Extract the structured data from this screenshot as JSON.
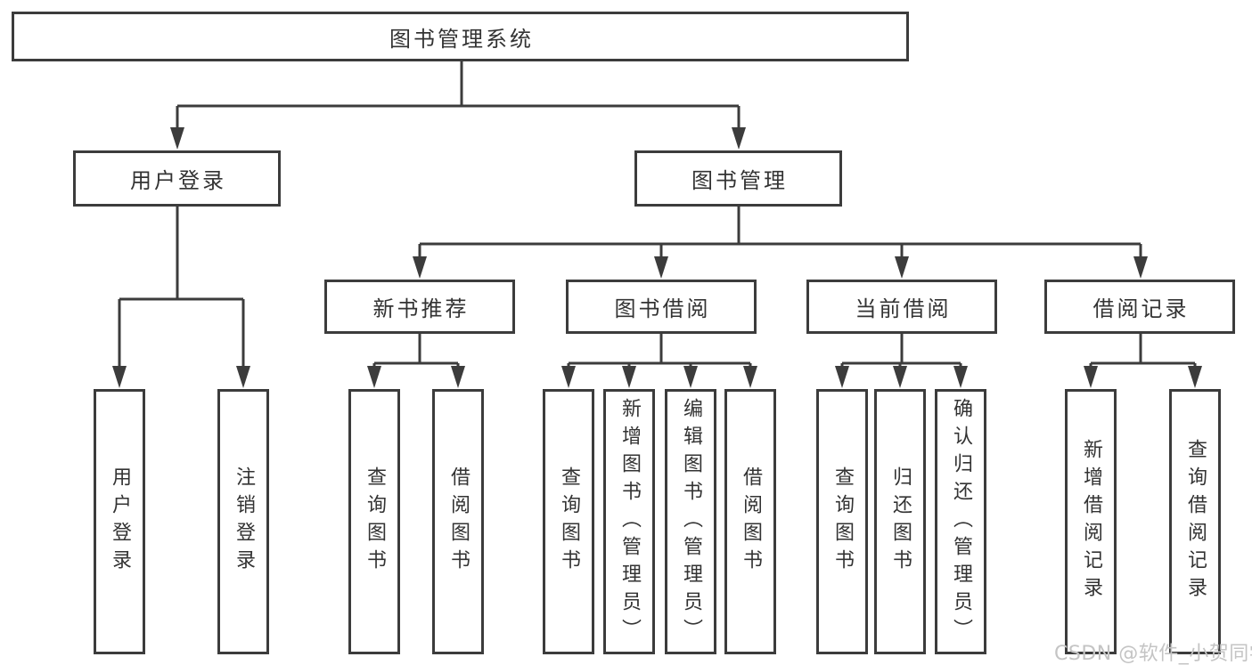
{
  "diagram": {
    "root": {
      "label": "图书管理系统"
    },
    "branches": [
      {
        "label": "用户登录",
        "children": [
          {
            "label": "用户登录"
          },
          {
            "label": "注销登录"
          }
        ]
      },
      {
        "label": "图书管理",
        "children": [
          {
            "label": "新书推荐",
            "children": [
              {
                "label": "查询图书"
              },
              {
                "label": "借阅图书"
              }
            ]
          },
          {
            "label": "图书借阅",
            "children": [
              {
                "label": "查询图书"
              },
              {
                "label": "新增图书（管理员）"
              },
              {
                "label": "编辑图书（管理员）"
              },
              {
                "label": "借阅图书"
              }
            ]
          },
          {
            "label": "当前借阅",
            "children": [
              {
                "label": "查询图书"
              },
              {
                "label": "归还图书"
              },
              {
                "label": "确认归还（管理员）"
              }
            ]
          },
          {
            "label": "借阅记录",
            "children": [
              {
                "label": "新增借阅记录"
              },
              {
                "label": "查询借阅记录"
              }
            ]
          }
        ]
      }
    ]
  },
  "watermark": {
    "text": "CSDN @软件_小贺同学"
  },
  "colors": {
    "line": "#3c3c3c",
    "text": "#333333",
    "watermark": "#c4c4c4",
    "background": "#ffffff"
  }
}
